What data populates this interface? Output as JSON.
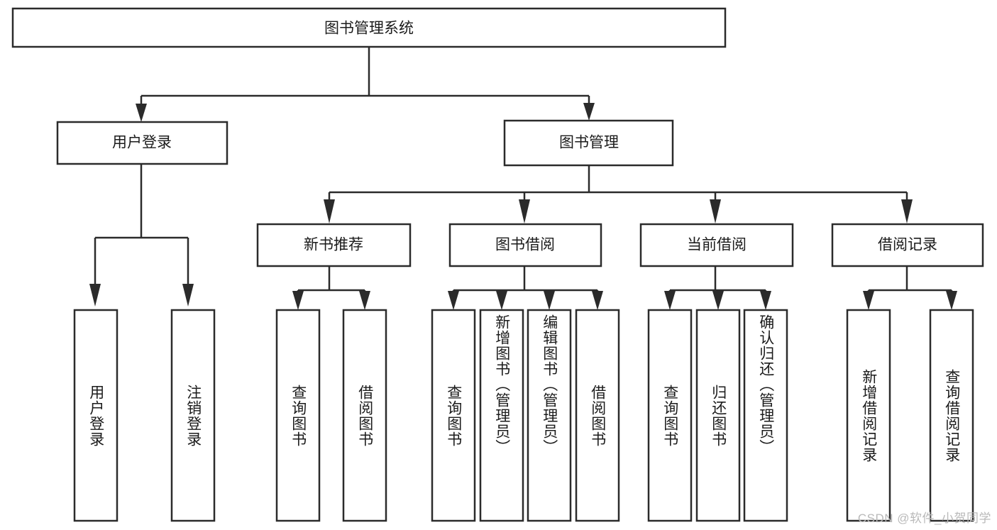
{
  "diagram": {
    "type": "tree",
    "title": "图书管理系统",
    "watermark": "CSDN @软件_小贺同学",
    "colors": {
      "stroke": "#2b2b2b",
      "box_fill": "#ffffff",
      "text": "#1b1b1b",
      "background": "#ffffff",
      "watermark": "#b9b9b9"
    },
    "root": {
      "label": "图书管理系统"
    },
    "level2": [
      {
        "label": "用户登录"
      },
      {
        "label": "图书管理"
      }
    ],
    "level3": [
      {
        "label": "新书推荐"
      },
      {
        "label": "图书借阅"
      },
      {
        "label": "当前借阅"
      },
      {
        "label": "借阅记录"
      }
    ],
    "leaves": {
      "user_login": [
        {
          "label": "用户登录"
        },
        {
          "label": "注销登录"
        }
      ],
      "new_book_recommend": [
        {
          "label": "查询图书"
        },
        {
          "label": "借阅图书"
        }
      ],
      "book_borrow": [
        {
          "label": "查询图书"
        },
        {
          "label": "新增图书（管理员）"
        },
        {
          "label": "编辑图书（管理员）"
        },
        {
          "label": "借阅图书"
        }
      ],
      "current_borrow": [
        {
          "label": "查询图书"
        },
        {
          "label": "归还图书"
        },
        {
          "label": "确认归还（管理员）"
        }
      ],
      "borrow_record": [
        {
          "label": "新增借阅记录"
        },
        {
          "label": "查询借阅记录"
        }
      ]
    }
  }
}
